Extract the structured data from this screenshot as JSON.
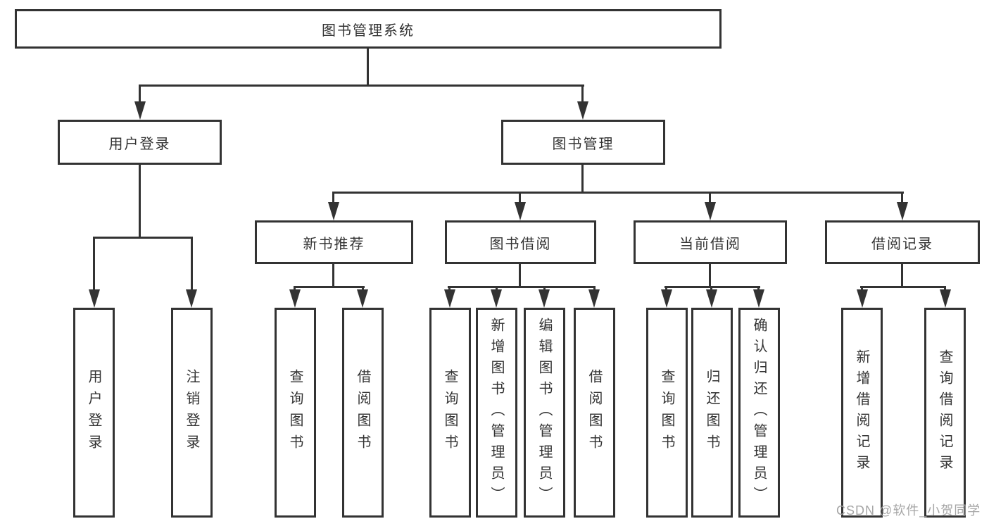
{
  "colors": {
    "line": "#333333",
    "text": "#333333",
    "watermark": "#a6a6a6",
    "background": "#ffffff"
  },
  "watermark": "CSDN @软件_小贺同学",
  "tree": {
    "root": "图书管理系统",
    "branches": [
      {
        "label": "用户登录",
        "children": [
          "用户登录",
          "注销登录"
        ]
      },
      {
        "label": "图书管理",
        "groups": [
          {
            "label": "新书推荐",
            "children": [
              "查询图书",
              "借阅图书"
            ]
          },
          {
            "label": "图书借阅",
            "children": [
              "查询图书",
              "新增图书（管理员）",
              "编辑图书（管理员）",
              "借阅图书"
            ]
          },
          {
            "label": "当前借阅",
            "children": [
              "查询图书",
              "归还图书",
              "确认归还（管理员）"
            ]
          },
          {
            "label": "借阅记录",
            "children": [
              "新增借阅记录",
              "查询借阅记录"
            ]
          }
        ]
      }
    ]
  }
}
